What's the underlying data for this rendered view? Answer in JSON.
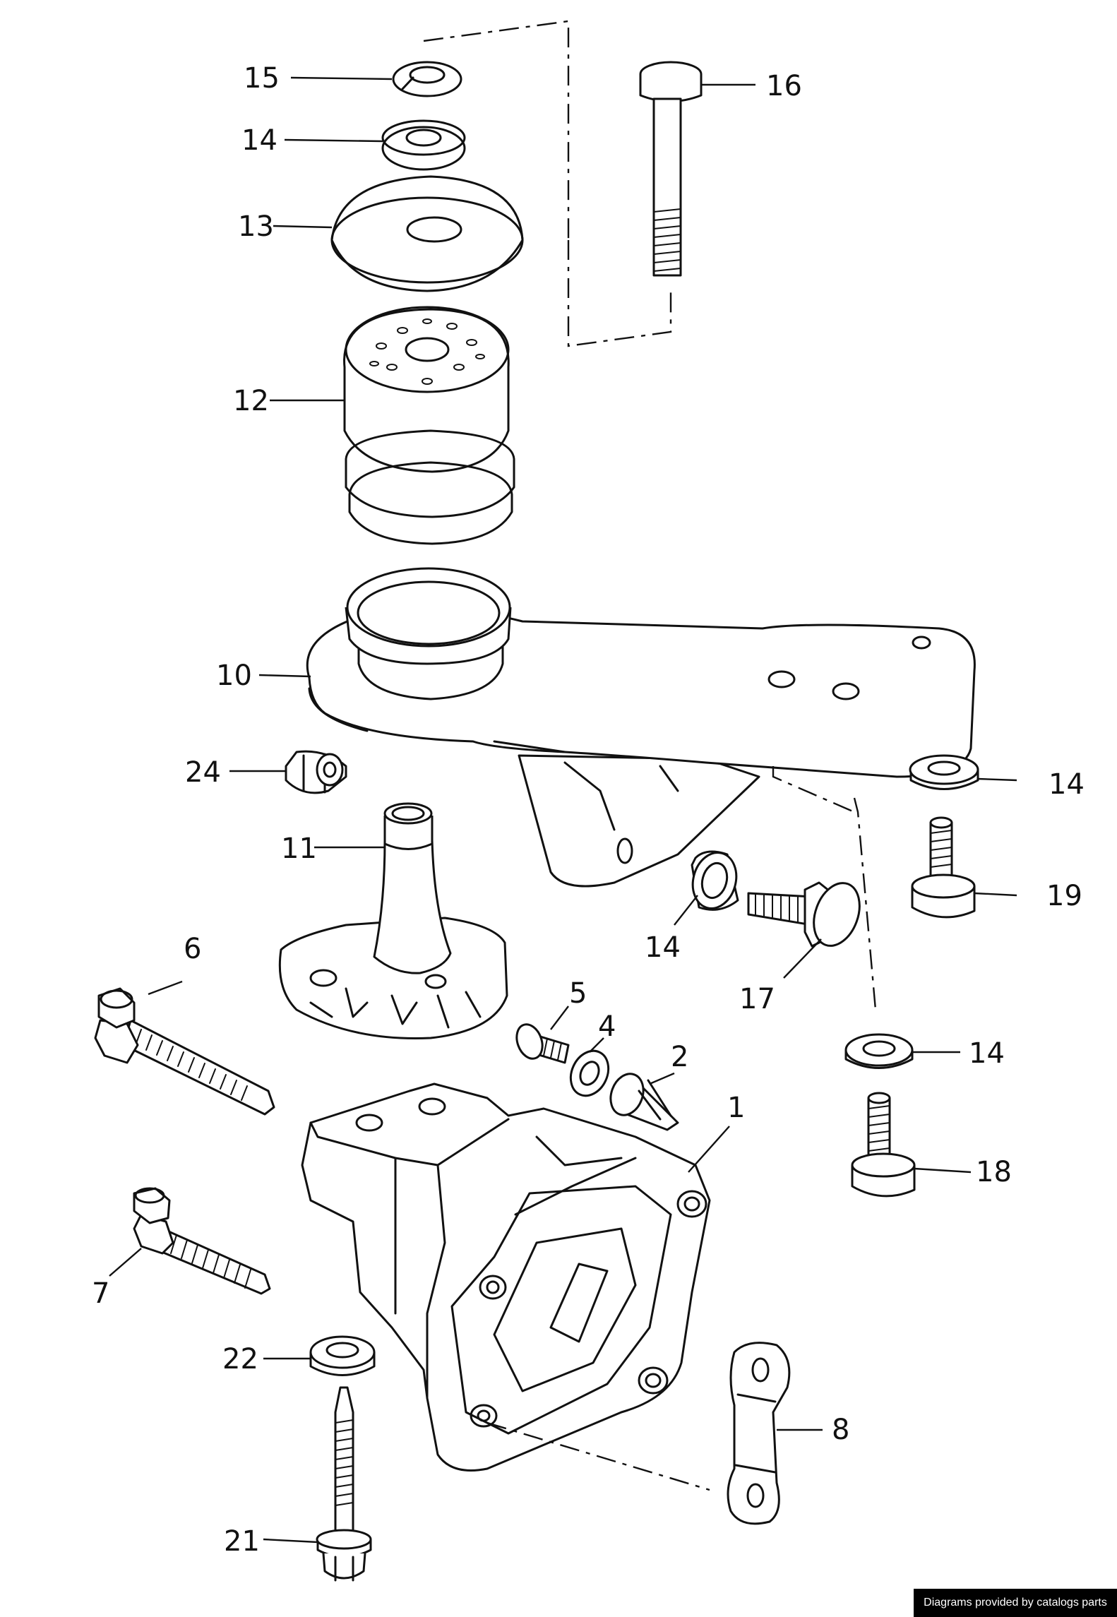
{
  "callouts": {
    "c15": "15",
    "c14a": "14",
    "c13": "13",
    "c16": "16",
    "c12": "12",
    "c10": "10",
    "c24": "24",
    "c11": "11",
    "c14b": "14",
    "c19": "19",
    "c14c": "14",
    "c17": "17",
    "c6": "6",
    "c5": "5",
    "c4": "4",
    "c2": "2",
    "c14d": "14",
    "c1": "1",
    "c18": "18",
    "c7": "7",
    "c22": "22",
    "c8": "8",
    "c21": "21"
  },
  "credit": "Diagrams provided by catalogs parts"
}
